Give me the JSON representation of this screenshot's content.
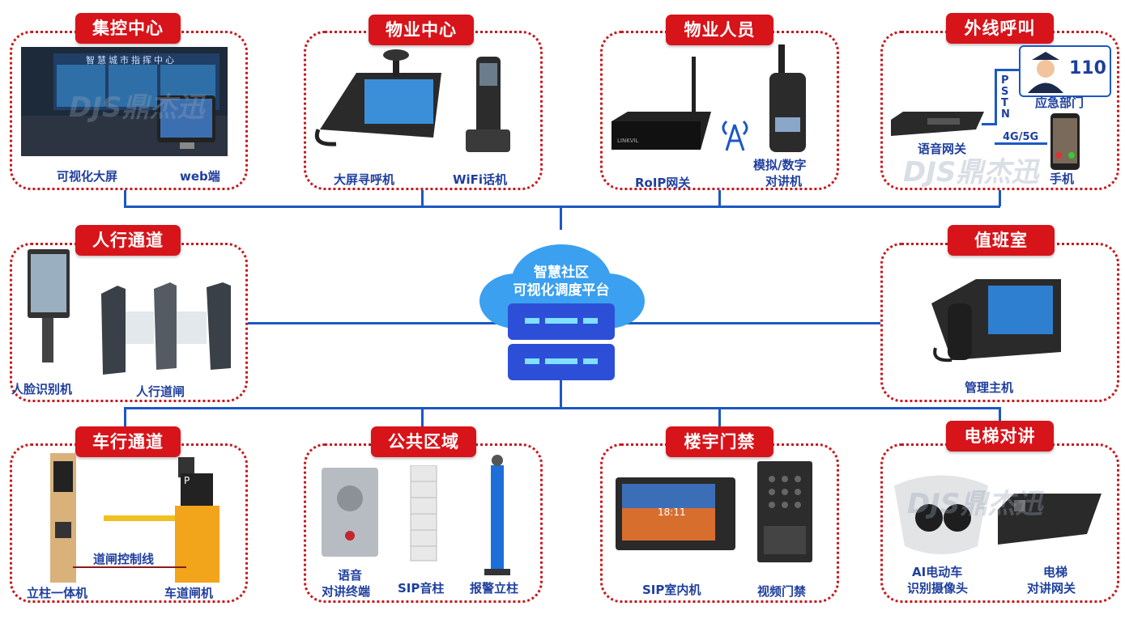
{
  "center": {
    "line1": "智慧社区",
    "line2": "可视化调度平台"
  },
  "watermark": "DJS鼎杰迅",
  "groups": {
    "jikong": {
      "title": "集控中心",
      "labels": [
        "可视化大屏",
        "web端"
      ],
      "screen_text": "智慧城市指挥中心"
    },
    "wuye": {
      "title": "物业中心",
      "labels": [
        "大屏寻呼机",
        "WiFi话机"
      ]
    },
    "wuyerenyuan": {
      "title": "物业人员",
      "labels": [
        "RoIP网关",
        "模拟/数字",
        "对讲机"
      ],
      "brand": "LINKVIL"
    },
    "waixian": {
      "title": "外线呼叫",
      "labels": [
        "语音网关",
        "应急部门",
        "手机"
      ],
      "police_number": "110",
      "pstn": [
        "P",
        "S",
        "T",
        "N"
      ],
      "mobile": "4G/5G"
    },
    "renxing": {
      "title": "人行通道",
      "labels": [
        "人脸识别机",
        "人行道闸"
      ]
    },
    "zhiban": {
      "title": "值班室",
      "labels": [
        "管理主机"
      ]
    },
    "chexing": {
      "title": "车行通道",
      "labels": [
        "立柱一体机",
        "车道闸机",
        "道闸控制线"
      ],
      "gate_text": "P"
    },
    "gonggong": {
      "title": "公共区域",
      "labels": [
        "语音",
        "对讲终端",
        "SIP音柱",
        "报警立柱"
      ]
    },
    "louyu": {
      "title": "楼宇门禁",
      "labels": [
        "SIP室内机",
        "视频门禁"
      ],
      "indoor_time": "18:11"
    },
    "dianti": {
      "title": "电梯对讲",
      "labels": [
        "AI电动车",
        "识别摄像头",
        "电梯",
        "对讲网关"
      ]
    }
  },
  "colors": {
    "border": "#c8191e",
    "title_bg": "#d7141a",
    "label": "#1f3f9e",
    "line": "#1c58c4",
    "cloud": "#3aa0ef",
    "server": "#2d4fd8"
  }
}
